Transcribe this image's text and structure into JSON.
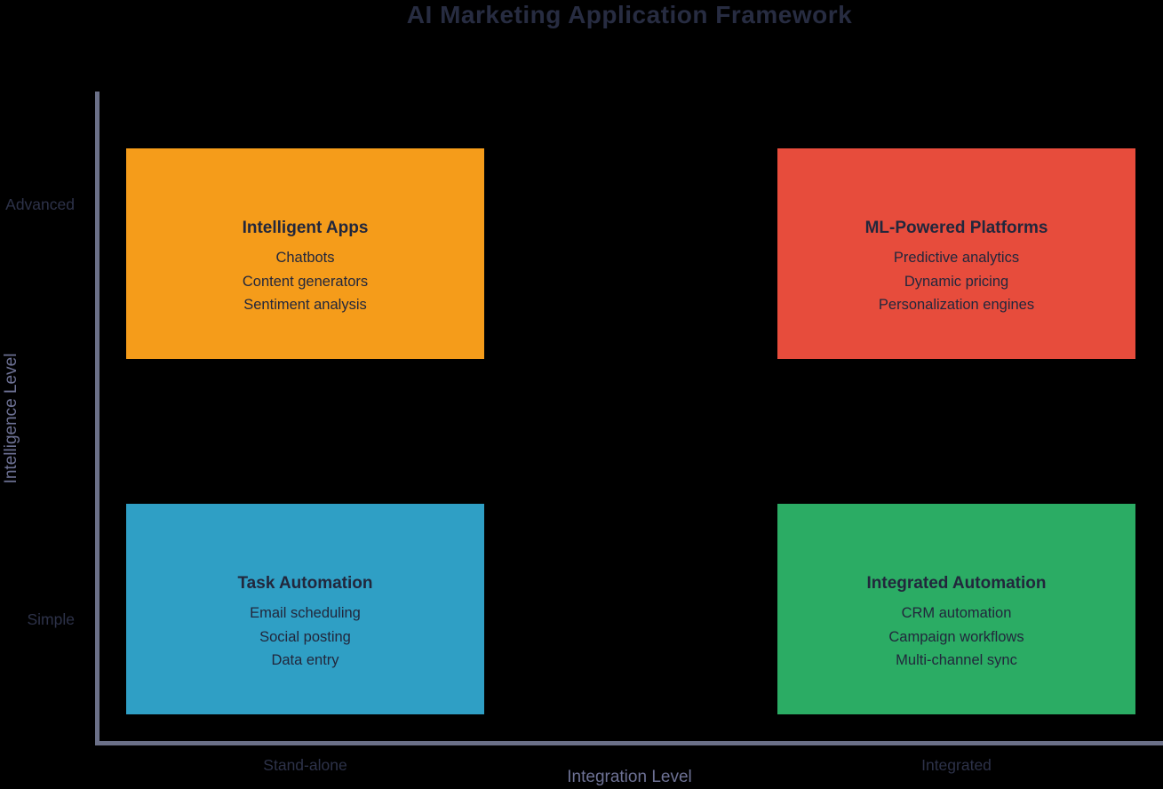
{
  "title": "AI Marketing Application Framework",
  "x_axis": {
    "label": "Integration Level",
    "left_label": "Stand-alone",
    "right_label": "Integrated"
  },
  "y_axis": {
    "label": "Intelligence Level",
    "top_label": "Advanced",
    "bottom_label": "Simple"
  },
  "quadrants": [
    {
      "position": "top-left",
      "title": "Intelligent Apps",
      "items": [
        "Chatbots",
        "Content generators",
        "Sentiment analysis"
      ],
      "color": "#F59C1A"
    },
    {
      "position": "top-right",
      "title": "ML-Powered Platforms",
      "items": [
        "Predictive analytics",
        "Dynamic pricing",
        "Personalization engines"
      ],
      "color": "#E74C3C"
    },
    {
      "position": "bottom-left",
      "title": "Task Automation",
      "items": [
        "Email scheduling",
        "Social posting",
        "Data entry"
      ],
      "color": "#2F9FC5"
    },
    {
      "position": "bottom-right",
      "title": "Integrated Automation",
      "items": [
        "CRM automation",
        "Campaign workflows",
        "Multi-channel sync"
      ],
      "color": "#2BAC64"
    }
  ],
  "colors": {
    "background": "#000000",
    "title_text": "#272C41",
    "quadrant_text": "#22273C",
    "axis_line": "#6B7088",
    "axis_title_text": "#6D7194",
    "axis_tick_text": "#2D3249"
  }
}
